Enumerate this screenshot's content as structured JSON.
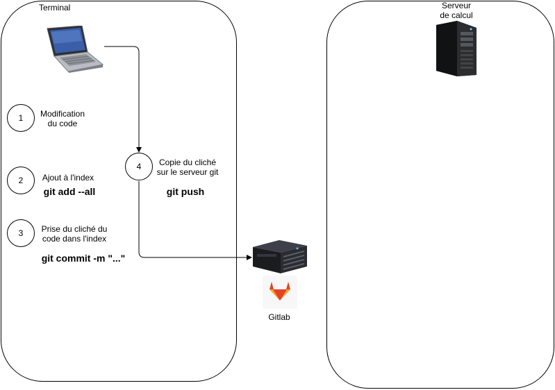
{
  "zones": {
    "terminal": {
      "title": "Terminal"
    },
    "server": {
      "title_line1": "Serveur",
      "title_line2": "de calcul"
    }
  },
  "steps": [
    {
      "number": "1",
      "line1": "Modification",
      "line2": "du code",
      "command": ""
    },
    {
      "number": "2",
      "line1": "Ajout à l'index",
      "line2": "",
      "command": "git add --all"
    },
    {
      "number": "3",
      "line1": "Prise du cliché du",
      "line2": "code dans l'index",
      "command": "git commit -m \"...\""
    },
    {
      "number": "4",
      "line1": "Copie du cliché",
      "line2": "sur le serveur git",
      "command": "git push"
    }
  ],
  "gitlab": {
    "label": "Gitlab"
  },
  "icons": {
    "laptop": "laptop-icon",
    "tower": "server-tower-icon",
    "rack": "rack-server-icon",
    "gitlab": "gitlab-logo-icon"
  },
  "colors": {
    "gitlab_orange": "#FC6D26",
    "gitlab_red": "#E24329",
    "gitlab_light": "#FCA326"
  }
}
